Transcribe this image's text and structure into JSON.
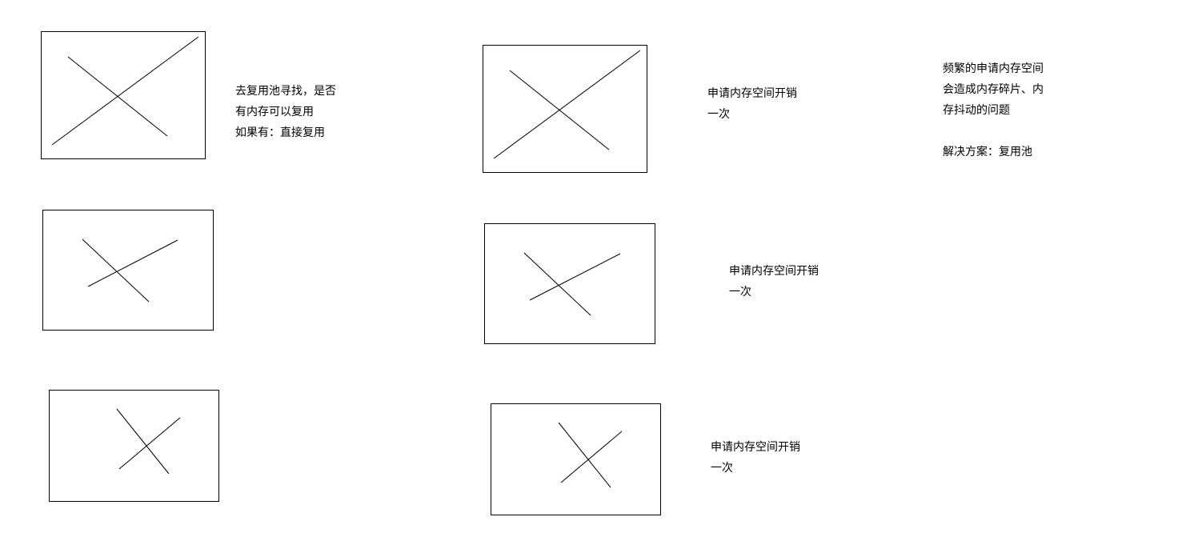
{
  "notes": {
    "reuse": {
      "line1": "去复用池寻找，是否",
      "line2": "有内存可以复用",
      "line3": "如果有：直接复用"
    },
    "alloc_1": {
      "line1": "申请内存空间开销",
      "line2": "一次"
    },
    "alloc_2": {
      "line1": "申请内存空间开销",
      "line2": "一次"
    },
    "alloc_3": {
      "line1": "申请内存空间开销",
      "line2": "一次"
    },
    "problem": {
      "line1": "频繁的申请内存空间",
      "line2": "会造成内存碎片、内",
      "line3": "存抖动的问题",
      "line4": "解决方案：复用池"
    }
  },
  "colors": {
    "stroke": "#000000",
    "background": "#ffffff",
    "text": "#000000"
  }
}
